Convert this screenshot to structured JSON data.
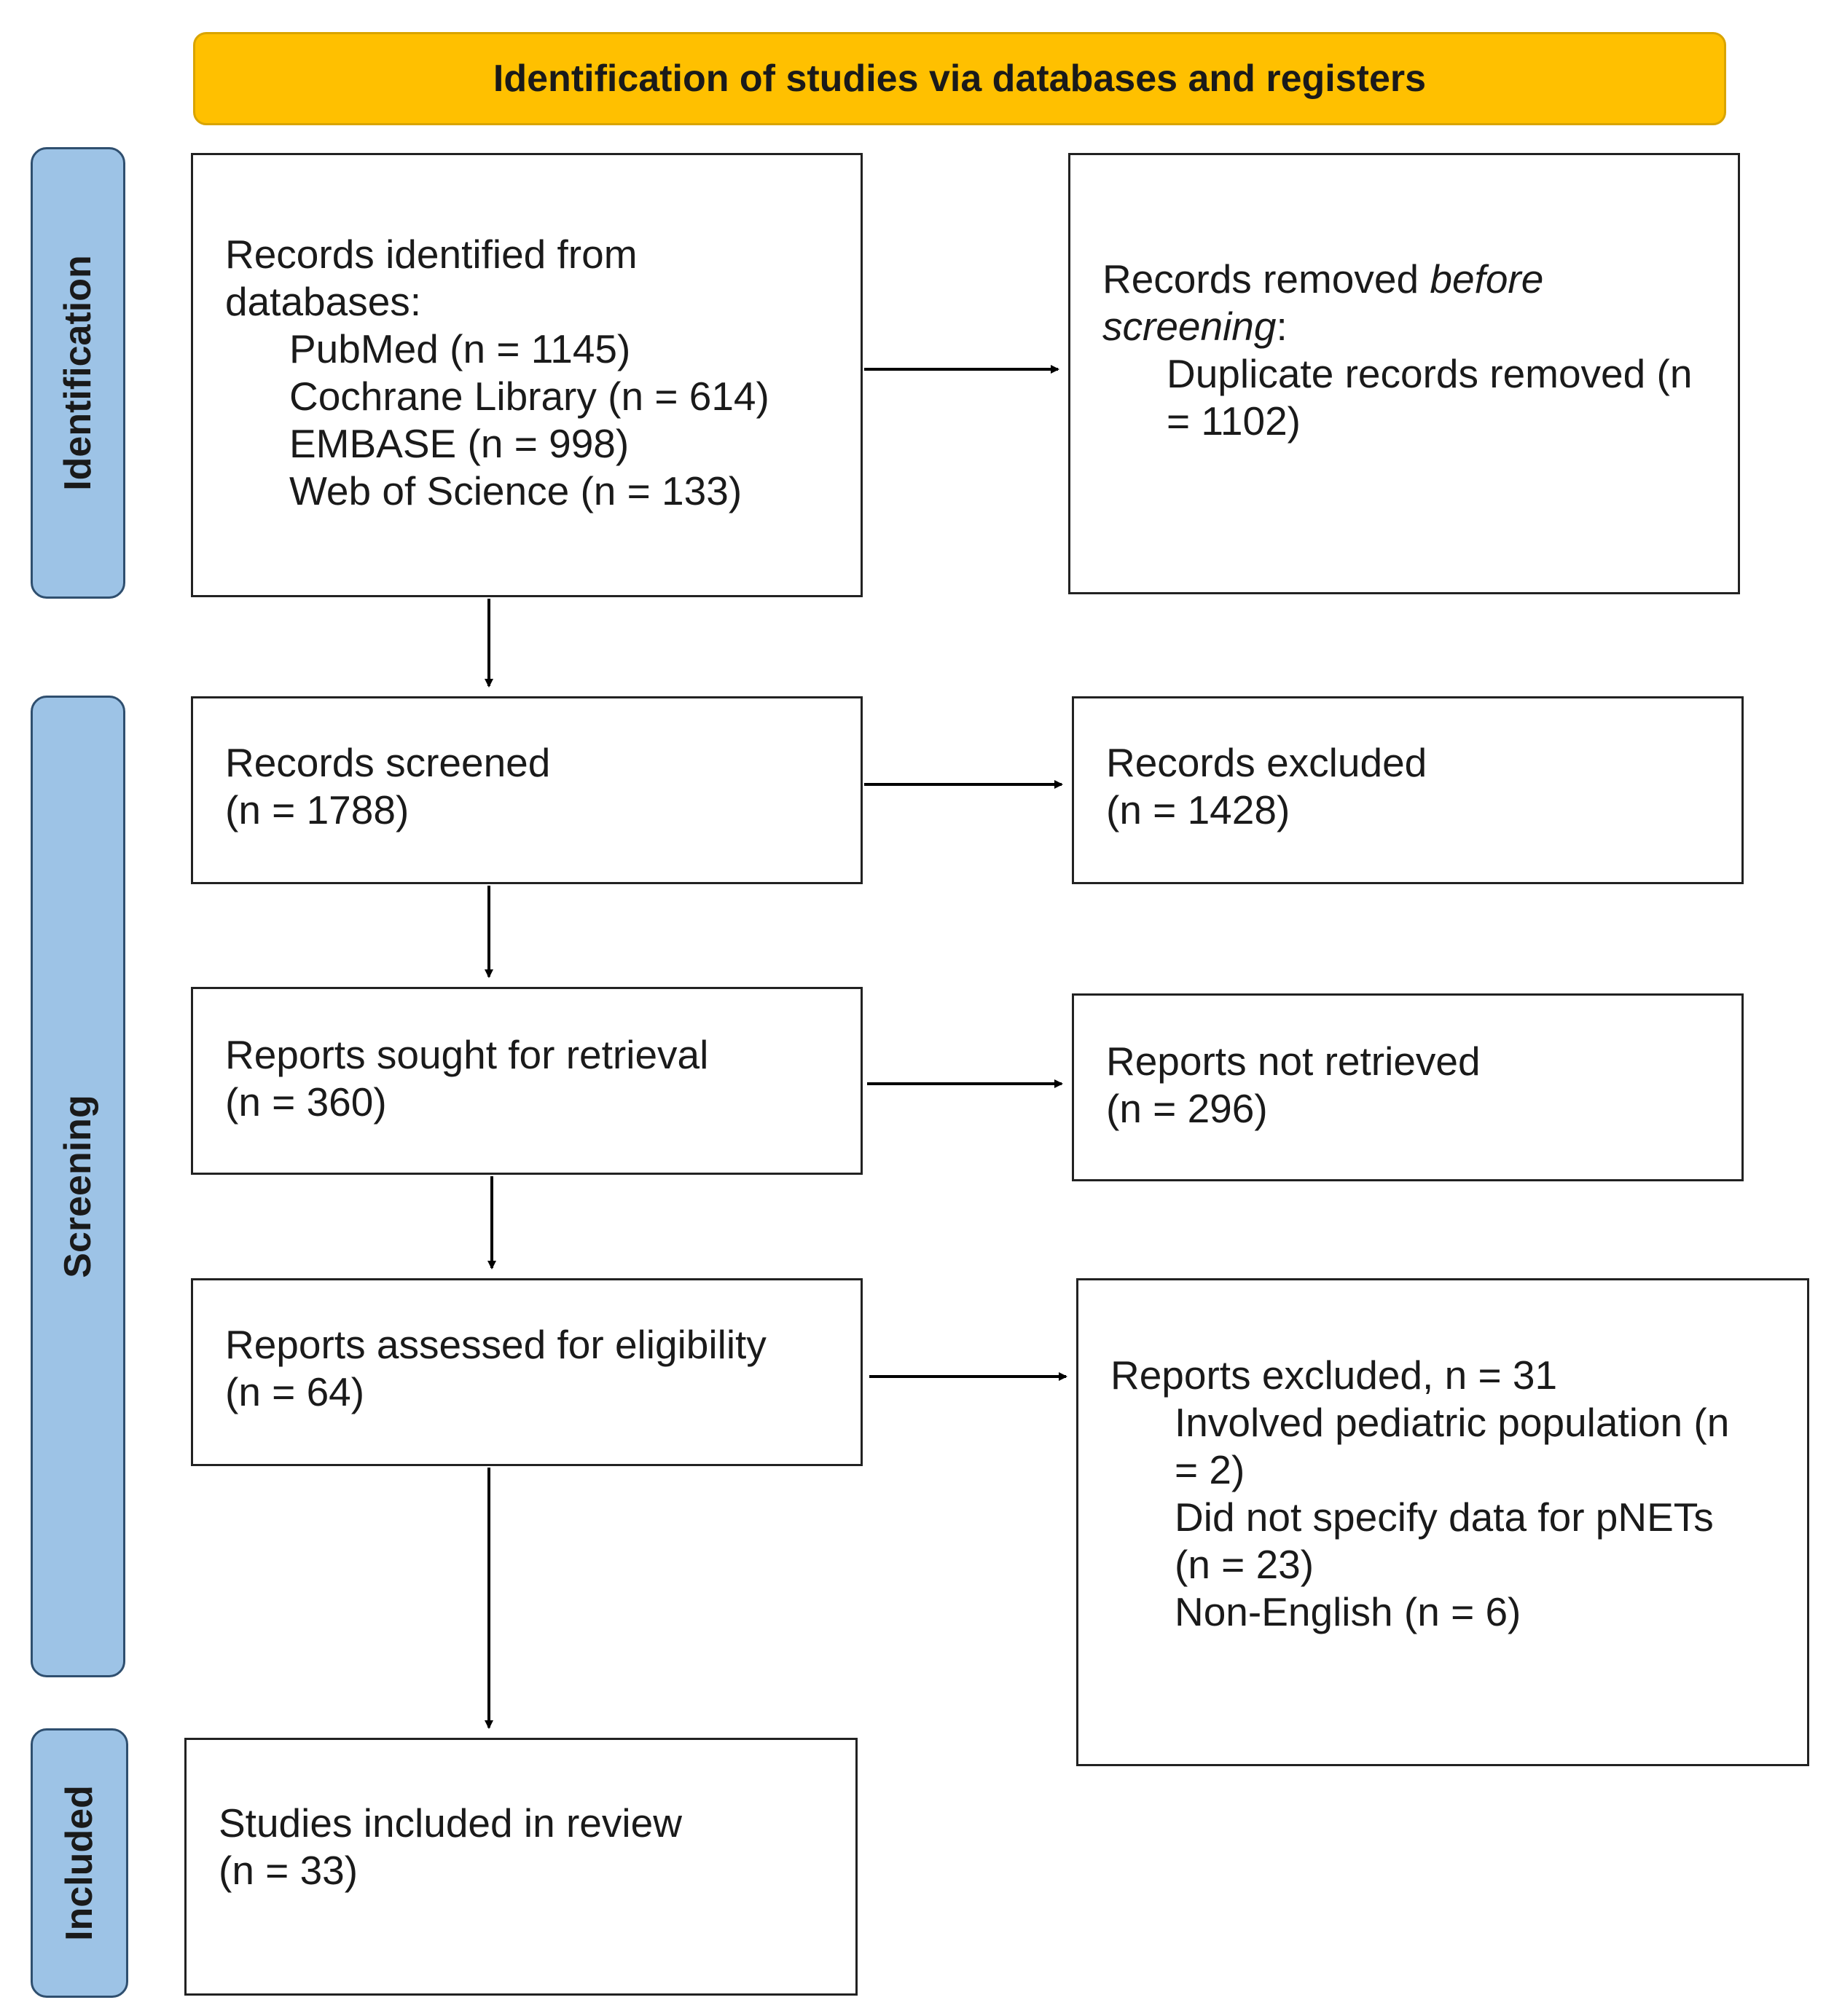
{
  "header": {
    "title": "Identification of studies via databases and registers"
  },
  "phases": {
    "identification": "Identification",
    "screening": "Screening",
    "included": "Included"
  },
  "identified": {
    "title_line1": "Records identified from",
    "title_line2": "databases:",
    "sources": [
      "PubMed (n = 1145)",
      "Cochrane Library (n = 614)",
      "EMBASE (n = 998)",
      "Web of Science (n = 133)"
    ]
  },
  "removed": {
    "prefix": "Records removed ",
    "italic1": "before",
    "italic2": "screening",
    "suffix": ":",
    "item_line1": "Duplicate records removed (n",
    "item_line2": "= 1102)"
  },
  "screened": {
    "label": "Records screened",
    "count": "(n = 1788)"
  },
  "excluded": {
    "label": "Records excluded",
    "count": "(n = 1428)"
  },
  "sought": {
    "label": "Reports sought for retrieval",
    "count": "(n = 360)"
  },
  "not_retrieved": {
    "label": "Reports not retrieved",
    "count": "(n = 296)"
  },
  "assessed": {
    "label": "Reports assessed for eligibility",
    "count": "(n = 64)"
  },
  "reports_excluded": {
    "title": "Reports excluded, n = 31",
    "reason1_line1": "Involved pediatric population (n",
    "reason1_line2": "= 2)",
    "reason2_line1": "Did not specify data for pNETs",
    "reason2_line2": "(n = 23)",
    "reason3": "Non-English (n = 6)"
  },
  "included": {
    "label": "Studies included in review",
    "count": "(n = 33)"
  }
}
